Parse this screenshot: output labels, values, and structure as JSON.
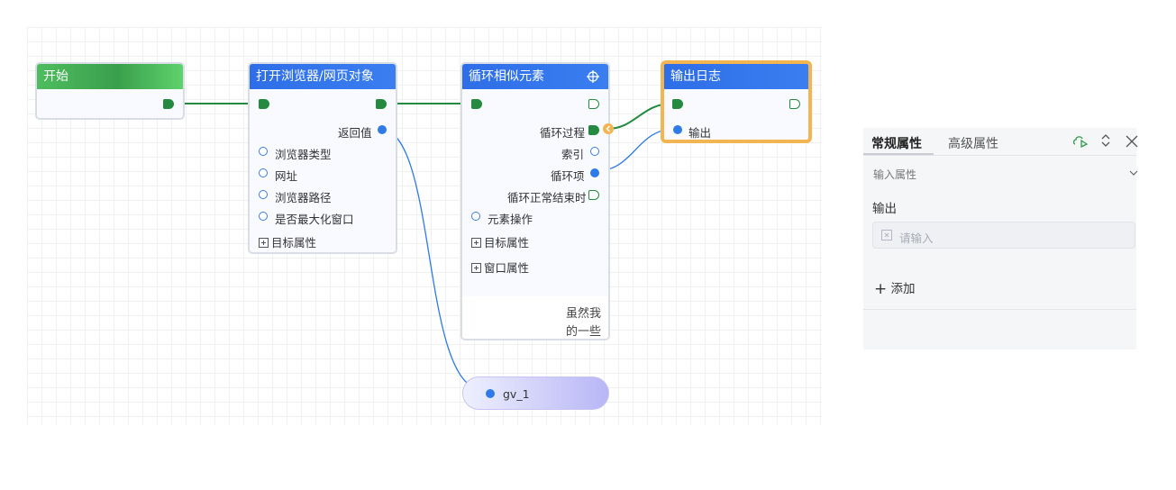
{
  "nodes": {
    "start": {
      "title": "开始"
    },
    "open_browser": {
      "title": "打开浏览器/网页对象",
      "return_label": "返回值",
      "params": [
        "浏览器类型",
        "网址",
        "浏览器路径",
        "是否最大化窗口"
      ],
      "target_props": "目标属性"
    },
    "loop": {
      "title": "循环相似元素",
      "loop_process": "循环过程",
      "index": "索引",
      "loop_item": "循环项",
      "loop_end": "循环正常结束时",
      "element_op": "元素操作",
      "target_props": "目标属性",
      "window_props": "窗口属性",
      "note_line1": "虽然我",
      "note_line2": "的一些"
    },
    "log": {
      "title": "输出日志",
      "output_label": "输出"
    }
  },
  "variable": {
    "name": "gv_1"
  },
  "panel": {
    "tabs": [
      "常规属性",
      "高级属性"
    ],
    "section": "输入属性",
    "field_label": "输出",
    "input_placeholder": "请输入",
    "add_label": "添加"
  },
  "colors": {
    "accent_blue": "#2e6ee8",
    "flow_green": "#238a3f",
    "selection_orange": "#f2b552",
    "start_green": "#4ebd5e"
  }
}
